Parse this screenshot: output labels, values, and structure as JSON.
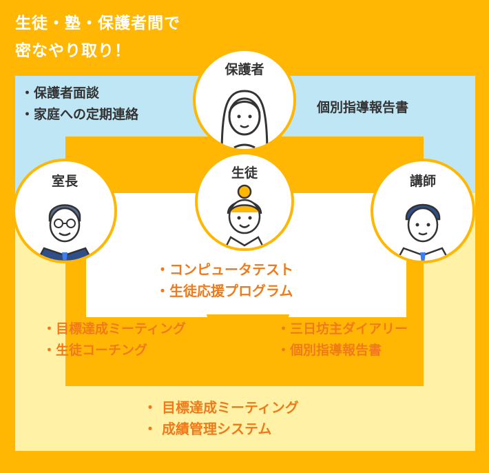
{
  "heading": {
    "line1": "生徒・塾・保護者間で",
    "line2": "密なやり取り！"
  },
  "people": {
    "parent": "保護者",
    "student": "生徒",
    "manager": "室長",
    "teacher": "講師"
  },
  "blocks": {
    "parent_school": [
      "・保護者面談",
      "・家庭への定期連絡"
    ],
    "teacher_to_parent": "個別指導報告書",
    "student_tools": [
      "・コンピュータテスト",
      "・生徒応援プログラム"
    ],
    "manager_to_student": [
      "・目標達成ミーティング",
      "・生徒コーチング"
    ],
    "teacher_to_student": [
      "・三日坊主ダイアリー",
      "・個別指導報告書"
    ],
    "all_parties": [
      "・ 目標達成ミーティング",
      "・ 成績管理システム"
    ]
  },
  "colors": {
    "brand_orange": "#ffb703",
    "text_orange": "#f07a1a",
    "band_blue": "#bfe6f5",
    "band_cream": "#fff2a6"
  }
}
